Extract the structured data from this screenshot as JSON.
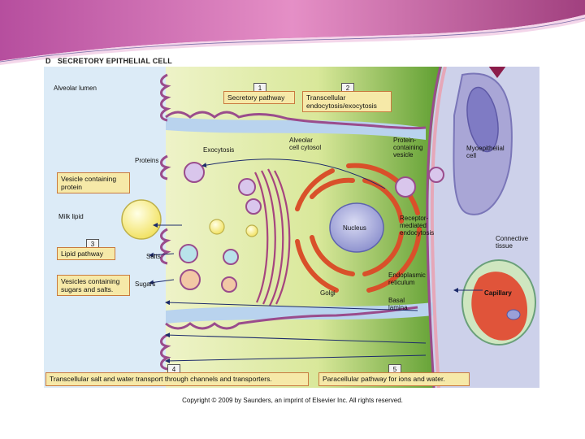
{
  "figure": {
    "panel_letter": "D",
    "title": "SECRETORY EPITHELIAL CELL",
    "copyright": "Copyright © 2009 by Saunders, an imprint of Elsevier Inc. All rights reserved."
  },
  "labels": {
    "alveolar_lumen": "Alveolar lumen",
    "proteins": "Proteins",
    "exocytosis": "Exocytosis",
    "alveolar_cytosol_1": "Alveolar",
    "alveolar_cytosol_2": "cell cytosol",
    "protein_vesicle_1": "Protein-",
    "protein_vesicle_2": "containing",
    "protein_vesicle_3": "vesicle",
    "myoepithelial_1": "Myoepithelial",
    "myoepithelial_2": "cell",
    "milk_lipid": "Milk lipid",
    "nucleus": "Nucleus",
    "receptor_1": "Receptor-",
    "receptor_2": "mediated",
    "receptor_3": "endocytosis",
    "connective_1": "Connective",
    "connective_2": "tissue",
    "salts": "Salts",
    "sugars": "Sugars",
    "er_1": "Endoplasmic",
    "er_2": "reticulum",
    "golgi": "Golgi",
    "basal_1": "Basal",
    "basal_2": "lamina",
    "capillary": "Capillary"
  },
  "callouts": {
    "secretory_num": "1",
    "secretory": "Secretory pathway",
    "transcellular_num": "2",
    "transcellular_1": "Transcellular",
    "transcellular_2": "endocytosis/exocytosis",
    "vesicle_protein_1": "Vesicle containing",
    "vesicle_protein_2": "protein",
    "lipid_num": "3",
    "lipid": "Lipid pathway",
    "vesicle_sugars_1": "Vesicles containing",
    "vesicle_sugars_2": "sugars and salts.",
    "salt_water_num": "4",
    "salt_water": "Transcellular salt and water transport through channels and transporters.",
    "paracellular_num": "5",
    "paracellular": "Paracellular pathway for ions and water."
  },
  "colors": {
    "lumen": "#d9e8f5",
    "cytosol": "#dfeaa0",
    "cytosol_dark": "#6aa83a",
    "membrane": "#9a4c8c",
    "interstitium": "#c9cde8",
    "myoepithelial": "#a9a6d6",
    "callout_fill": "#f6e9a8",
    "callout_border": "#c97a3f",
    "er": "#d9502a",
    "capillary_blood": "#e0543a",
    "pointer_arrow": "#8b1c4a"
  }
}
